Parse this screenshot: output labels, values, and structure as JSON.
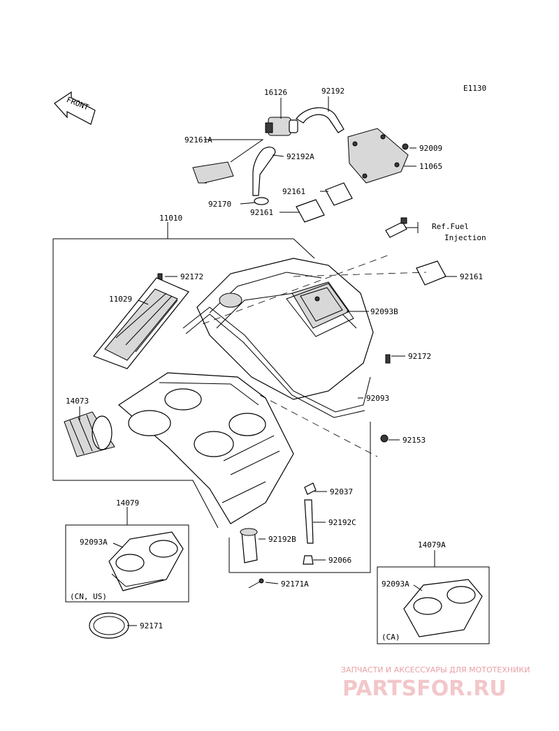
{
  "diagram_code": "E1130",
  "front_arrow": "FRONT",
  "parts": {
    "p16126": "16126",
    "p92192": "92192",
    "p92161A": "92161A",
    "p92192A": "92192A",
    "p92009": "92009",
    "p11065": "11065",
    "p92161_a": "92161",
    "p92170": "92170",
    "p92161_b": "92161",
    "p11010": "11010",
    "ref_line1": "Ref.Fuel",
    "ref_line2": "Injection",
    "p92172_a": "92172",
    "p92161_c": "92161",
    "p11029": "11029",
    "p92093B": "92093B",
    "p92172_b": "92172",
    "p14073": "14073",
    "p92093": "92093",
    "p92153": "92153",
    "p92037": "92037",
    "p14079": "14079",
    "p92192C": "92192C",
    "p92093A_a": "92093A",
    "p92192B": "92192B",
    "p92066": "92066",
    "p14079A": "14079A",
    "p92171A": "92171A",
    "p92093A_b": "92093A",
    "region_cn_us": "(CN, US)",
    "region_ca": "(CA)",
    "p92171": "92171"
  },
  "watermark": {
    "tagline": "ЗАПЧАСТИ И АКСЕССУАРЫ ДЛЯ МОТОТЕХНИКИ",
    "brand": "PARTSFOR.RU"
  }
}
